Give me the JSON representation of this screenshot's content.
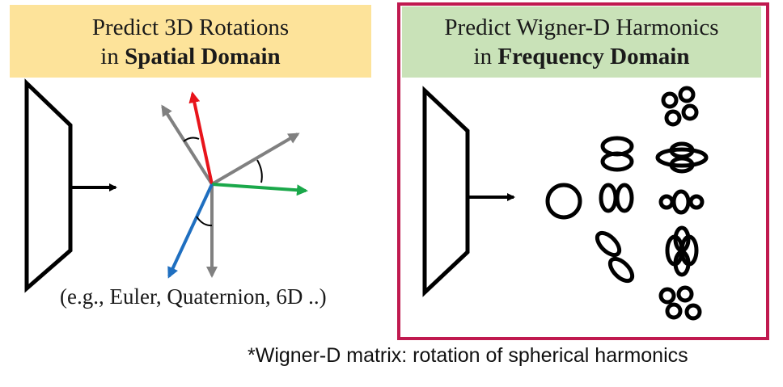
{
  "left_panel": {
    "title_line1": "Predict 3D Rotations",
    "title_line2_prefix": "in ",
    "title_line2_bold": "Spatial Domain",
    "examples": "(e.g., Euler, Quaternion, 6D ..)",
    "title_bg": "#fde39a"
  },
  "right_panel": {
    "title_line1": "Predict Wigner-D Harmonics",
    "title_line2_prefix": "in ",
    "title_line2_bold": "Frequency Domain",
    "title_bg": "#c9e2b8",
    "frame_color": "#c0194f"
  },
  "footnote": "*Wigner-D matrix: rotation of spherical harmonics",
  "colors": {
    "axis_red": "#e8141b",
    "axis_green": "#1aa84a",
    "axis_blue": "#1f6fc0",
    "axis_gray": "#808080"
  }
}
